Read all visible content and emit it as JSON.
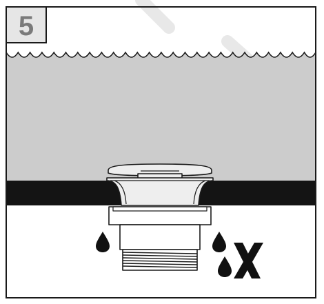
{
  "step": {
    "number": "5"
  },
  "colors": {
    "outline": "#1a1a1a",
    "badge_bg": "#e6e6e6",
    "step_number": "#7a7a7a",
    "water": "#cccccc",
    "basin": "#141414",
    "metal_light": "#eeeeee",
    "metal_mid": "#c8c8c8",
    "watermark": "#e8e8e8"
  },
  "icons": {
    "water_surface": "wave-line",
    "leak": "water-drop",
    "not_allowed": "x-mark"
  },
  "scene": {
    "leaking_drops_count": 3,
    "shows_incorrect_mark": true
  }
}
